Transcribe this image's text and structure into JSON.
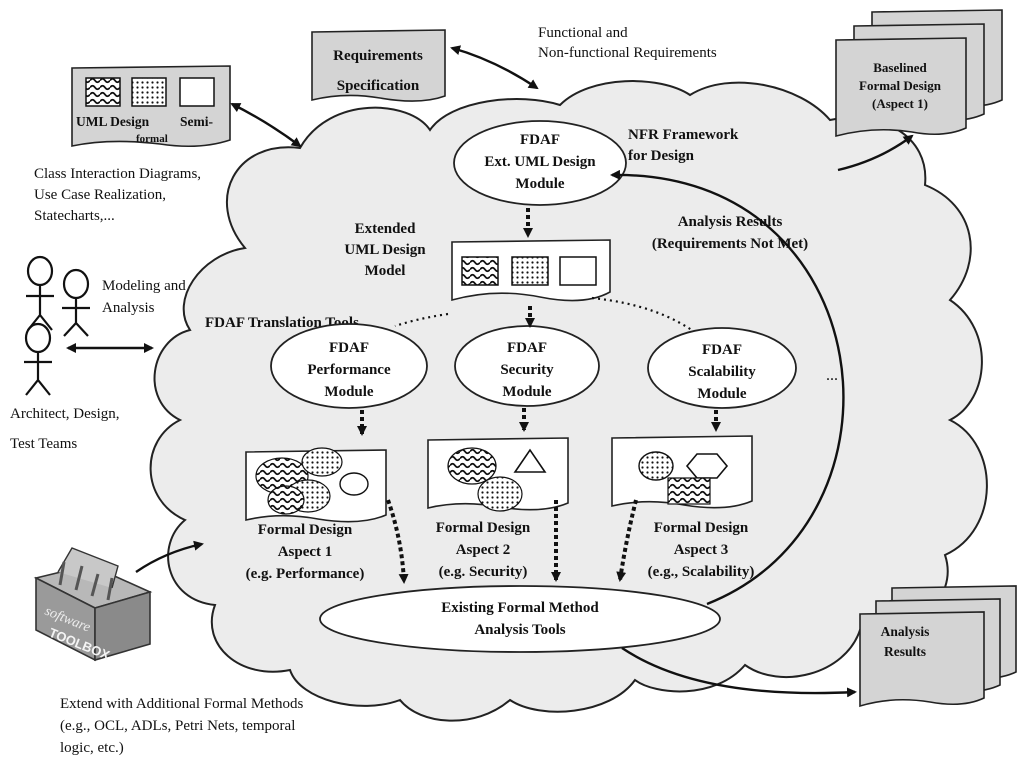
{
  "diagram": {
    "functional_requirements": [
      "Functional and",
      "Non-functional Requirements"
    ],
    "requirements_spec": [
      "Requirements",
      "Specification"
    ],
    "uml_design_label": "UML Design",
    "semi_formal_label": [
      "Semi-",
      "formal"
    ],
    "class_interaction": [
      "Class Interaction Diagrams,",
      "Use Case Realization,",
      "Statecharts,..."
    ],
    "baselined": [
      "Baselined",
      "Formal Design",
      "(Aspect 1)"
    ],
    "fdaf_ext_uml": [
      "FDAF",
      "Ext. UML Design",
      "Module"
    ],
    "nfr_framework": [
      "NFR Framework",
      "for Design"
    ],
    "extended_uml_model": [
      "Extended",
      "UML Design",
      "Model"
    ],
    "analysis_results_not_met": [
      "Analysis Results",
      "(Requirements Not Met)"
    ],
    "modeling_analysis": [
      "Modeling and",
      "Analysis"
    ],
    "translation_tools": "FDAF Translation Tools",
    "performance_module": [
      "FDAF",
      "Performance",
      "Module"
    ],
    "security_module": [
      "FDAF",
      "Security",
      "Module"
    ],
    "scalability_module": [
      "FDAF",
      "Scalability",
      "Module"
    ],
    "ellipsis": "...",
    "architect_teams": [
      "Architect, Design,",
      "Test Teams"
    ],
    "aspect1": [
      "Formal Design",
      "Aspect 1",
      "(e.g. Performance)"
    ],
    "aspect2": [
      "Formal Design",
      "Aspect 2",
      "(e.g. Security)"
    ],
    "aspect3": [
      "Formal Design",
      "Aspect 3",
      "(e.g., Scalability)"
    ],
    "existing_tools": [
      "Existing Formal Method",
      "Analysis Tools"
    ],
    "analysis_results": [
      "Analysis",
      "Results"
    ],
    "toolbox_text": [
      "software",
      "TOOLBOX"
    ],
    "extend_methods": [
      "Extend with Additional Formal Methods",
      "(e.g., OCL, ADLs, Petri Nets, temporal",
      "logic, etc.)"
    ]
  }
}
